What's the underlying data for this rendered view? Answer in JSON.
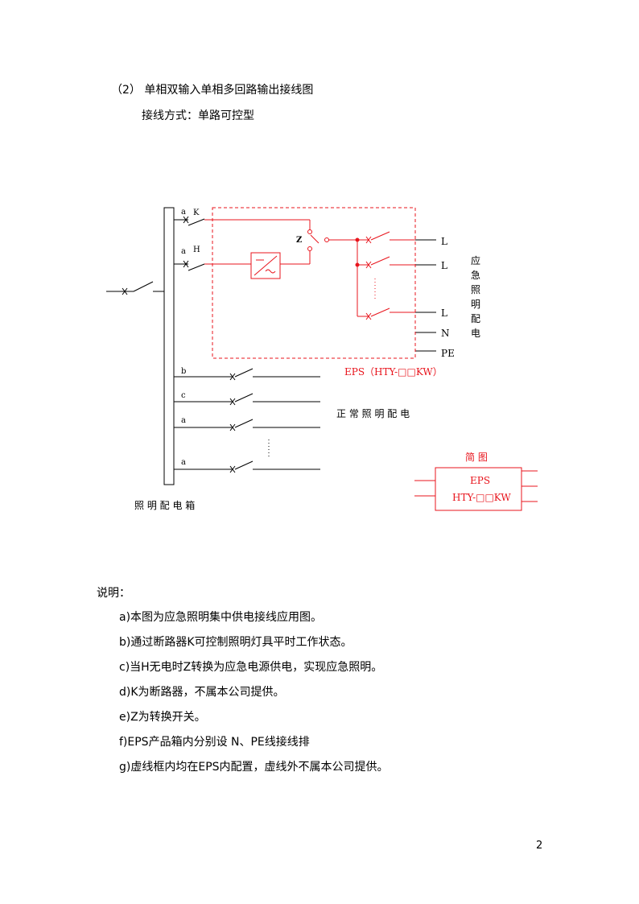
{
  "header": {
    "section_label": "（2）  单相双输入单相多回路输出接线图",
    "wiring_mode": "接线方式：单路可控型"
  },
  "diagram": {
    "input_labels": [
      "a",
      "K",
      "a",
      "H"
    ],
    "switch_z": "Z",
    "outputs": [
      "L",
      "L",
      "L",
      "N",
      "PE"
    ],
    "emergency_label": [
      "应",
      "急",
      "照",
      "明",
      "配",
      "电"
    ],
    "eps_label": "EPS（HTY-□□KW）",
    "normal_branches": [
      "b",
      "c",
      "a",
      "a"
    ],
    "normal_label": "正 常 照 明 配 电",
    "box_label": "照 明 配 电 箱",
    "simple_title": "简 图",
    "simple_line1": "EPS",
    "simple_line2": "HTY-□□KW",
    "colors": {
      "red": "#e8141c",
      "black": "#000000"
    }
  },
  "notes": {
    "title": "说明：",
    "items": [
      "a)本图为应急照明集中供电接线应用图。",
      "b)通过断路器K可控制照明灯具平时工作状态。",
      "c)当H无电时Z转换为应急电源供电，实现应急照明。",
      "d)K为断路器，不属本公司提供。",
      "e)Z为转换开关。",
      "f)EPS产品箱内分别设 N、PE线接线排",
      "g)虚线框内均在EPS内配置，虚线外不属本公司提供。"
    ]
  },
  "page_number": "2"
}
